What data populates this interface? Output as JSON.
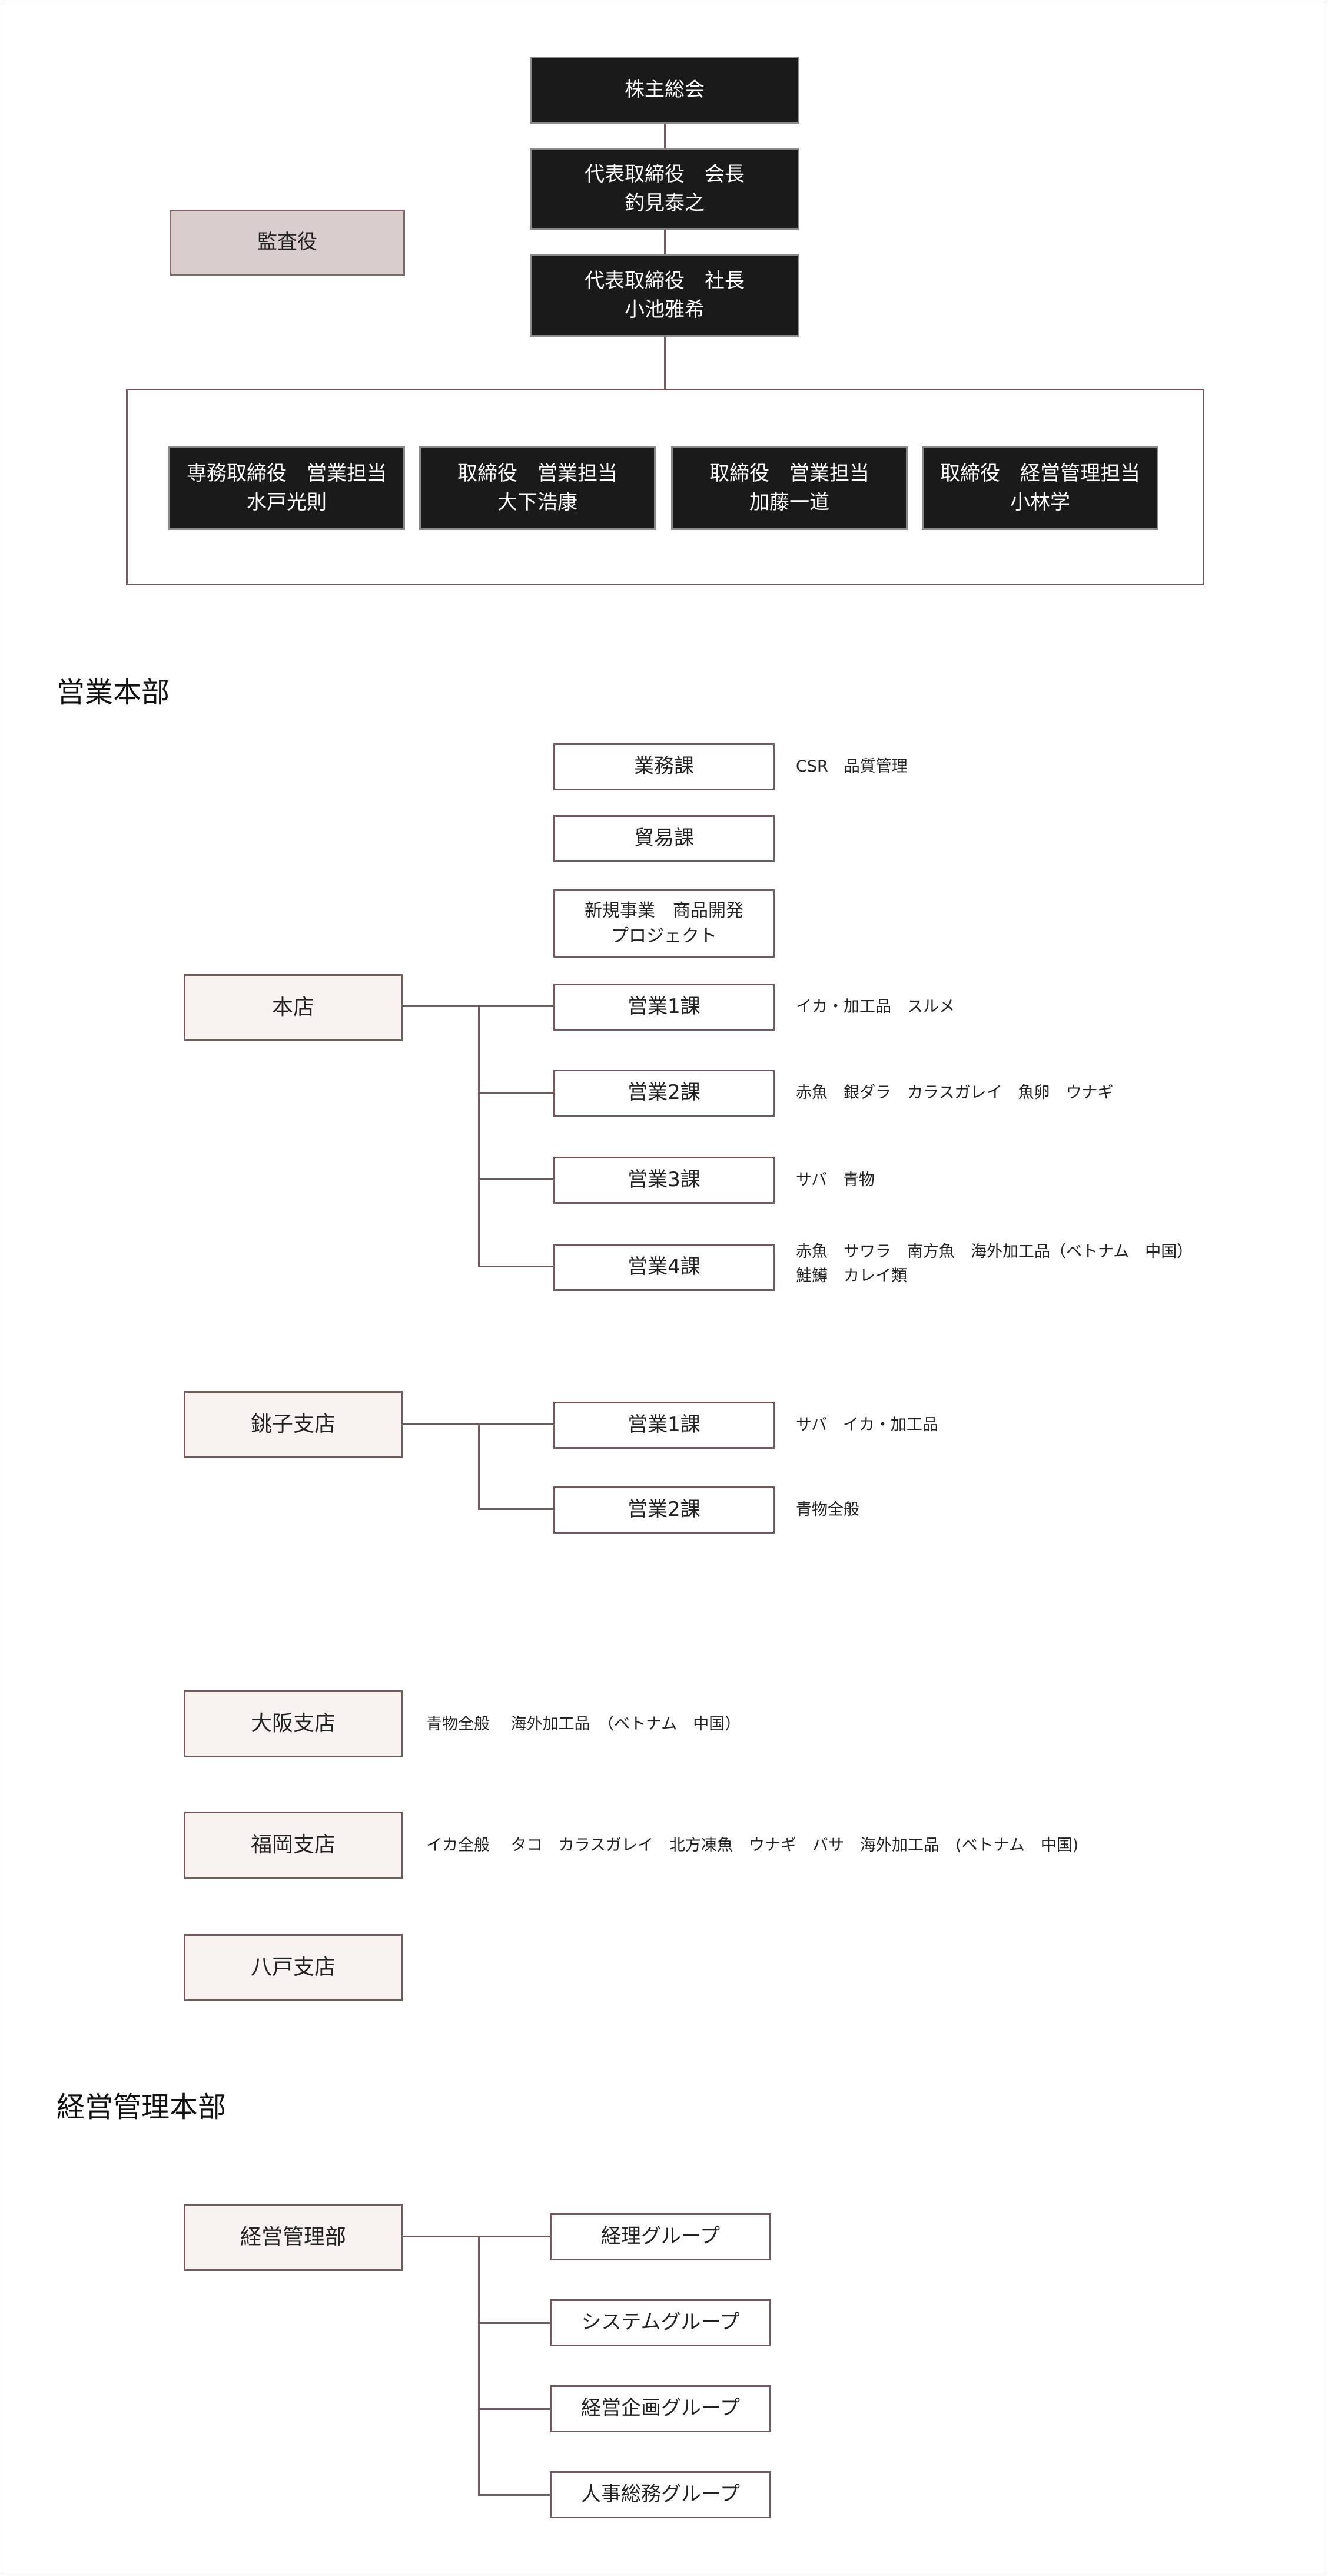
{
  "executives": {
    "shareholders": "株主総会",
    "chairman_title": "代表取締役　会長",
    "chairman_name": "釣見泰之",
    "president_title": "代表取締役　社長",
    "president_name": "小池雅希",
    "auditor": "監査役",
    "directors": [
      {
        "title": "専務取締役　営業担当",
        "name": "水戸光則"
      },
      {
        "title": "取締役　営業担当",
        "name": "大下浩康"
      },
      {
        "title": "取締役　営業担当",
        "name": "加藤一道"
      },
      {
        "title": "取締役　経営管理担当",
        "name": "小林学"
      }
    ]
  },
  "sales": {
    "heading": "営業本部",
    "top_units": [
      {
        "label": "業務課",
        "note": "CSR　品質管理"
      },
      {
        "label": "貿易課",
        "note": ""
      },
      {
        "label_line1": "新規事業　商品開発",
        "label_line2": "プロジェクト"
      }
    ],
    "head_office": {
      "label": "本店",
      "sections": [
        {
          "label": "営業1課",
          "note": "イカ・加工品　スルメ"
        },
        {
          "label": "営業2課",
          "note": "赤魚　銀ダラ　カラスガレイ　魚卵　ウナギ"
        },
        {
          "label": "営業3課",
          "note": "サバ　青物"
        },
        {
          "label": "営業4課",
          "note_line1": "赤魚　サワラ　南方魚　海外加工品（ベトナム　中国）",
          "note_line2": "鮭鱒　カレイ類"
        }
      ]
    },
    "choshi": {
      "label": "銚子支店",
      "sections": [
        {
          "label": "営業1課",
          "note": "サバ　イカ・加工品"
        },
        {
          "label": "営業2課",
          "note": "青物全般"
        }
      ]
    },
    "osaka": {
      "label": "大阪支店",
      "note": "青物全般　 海外加工品　（ベトナム　中国）"
    },
    "fukuoka": {
      "label": "福岡支店",
      "note": "イカ全般　 タコ　カラスガレイ　北方凍魚　ウナギ　バサ　海外加工品　(ベトナム　中国)"
    },
    "hachinohe": {
      "label": "八戸支店"
    }
  },
  "management": {
    "heading": "経営管理本部",
    "dept": "経営管理部",
    "groups": [
      "経理グループ",
      "システムグループ",
      "経営企画グループ",
      "人事総務グループ"
    ]
  }
}
